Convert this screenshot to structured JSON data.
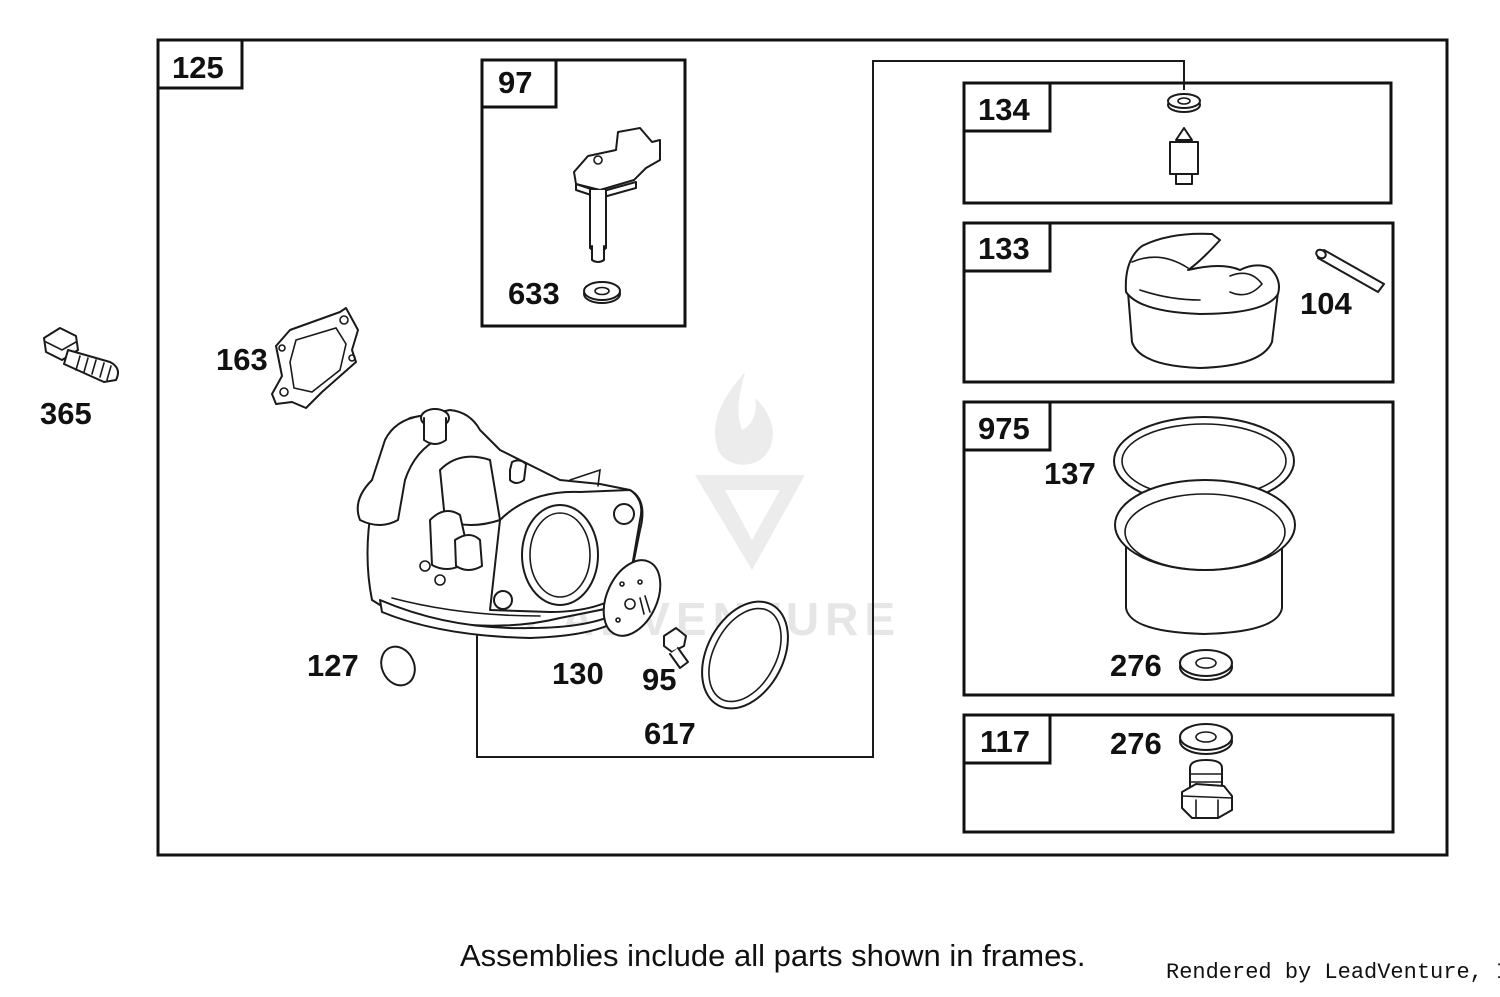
{
  "frames": {
    "main": "125",
    "float_bowl_kit": "97",
    "needle_kit": "134",
    "float_kit": "133",
    "bowl_kit": "975",
    "nut_kit": "117"
  },
  "parts": {
    "bolt": "365",
    "gasket_air": "163",
    "welch_plug": "127",
    "diaphragm": "130",
    "screw": "95",
    "oring_large": "617",
    "washer_97": "633",
    "float_pin": "104",
    "bowl_oring": "137",
    "bowl_washer": "276",
    "nut_washer": "276"
  },
  "footer": {
    "note": "Assemblies include all parts shown in frames.",
    "rendered_by": "Rendered by LeadVenture, Inc."
  },
  "watermark": {
    "text": "LEADVENTURE"
  }
}
